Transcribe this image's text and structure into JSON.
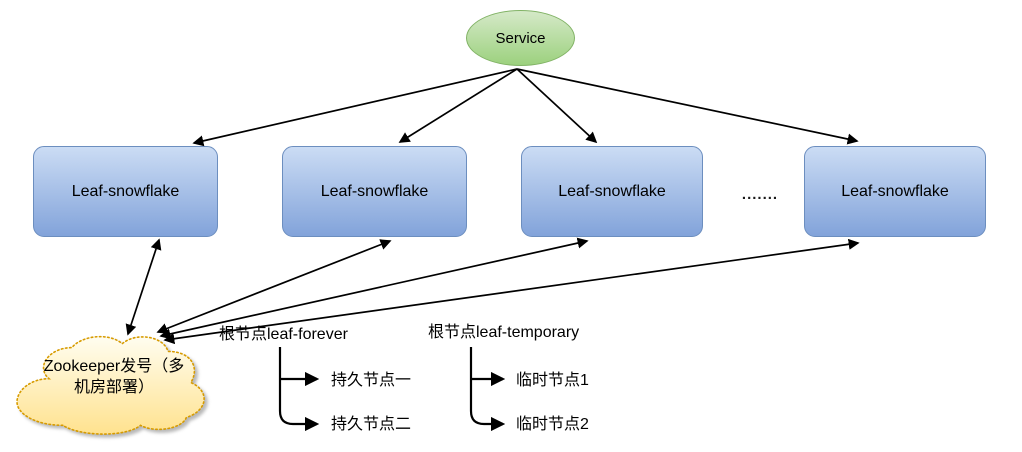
{
  "diagram": {
    "service": {
      "label": "Service"
    },
    "boxes": [
      {
        "label": "Leaf-snowflake"
      },
      {
        "label": "Leaf-snowflake"
      },
      {
        "label": "Leaf-snowflake"
      },
      {
        "label": "Leaf-snowflake"
      }
    ],
    "ellipsis": ".......",
    "cloud": {
      "line1": "Zookeeper发号（多",
      "line2": "机房部署）"
    },
    "forever_tree": {
      "root": "根节点leaf-forever",
      "child1": "持久节点一",
      "child2": "持久节点二"
    },
    "temporary_tree": {
      "root": "根节点leaf-temporary",
      "child1": "临时节点1",
      "child2": "临时节点2"
    },
    "colors": {
      "box_fill_top": "#cbdcf4",
      "box_fill_bottom": "#82a3da",
      "box_border": "#6c8ebf",
      "service_fill_top": "#d5e9c8",
      "service_fill_bottom": "#9cd17e",
      "service_border": "#82b366",
      "cloud_fill_top": "#fffdf0",
      "cloud_fill_bottom": "#ffe28e",
      "cloud_border": "#d79b00",
      "edge": "#000000"
    }
  }
}
